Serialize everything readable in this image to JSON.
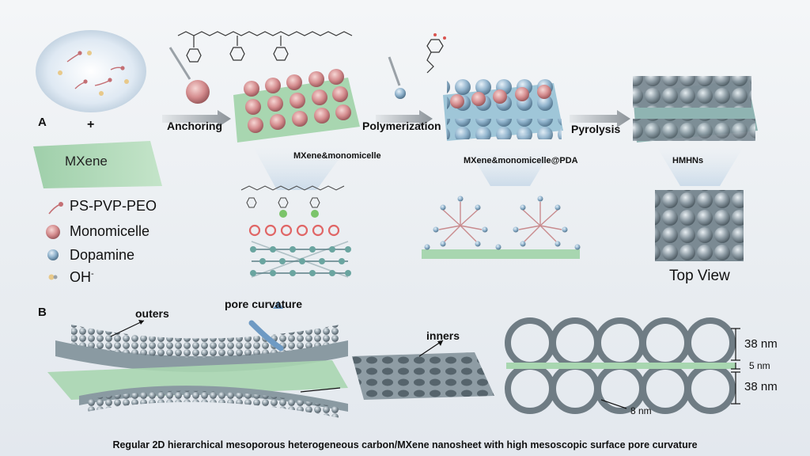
{
  "panels": {
    "a": "A",
    "b": "B"
  },
  "plus_sign": "+",
  "mxene_sheet_label": "MXene",
  "steps": {
    "anchoring": "Anchoring",
    "polymerization": "Polymerization",
    "pyrolysis": "Pyrolysis"
  },
  "stage_labels": {
    "monomicelle_stage": "MXene&monomicelle",
    "pda_stage": "MXene&monomicelle@PDA",
    "hmhn_stage": "HMHNs"
  },
  "legend": [
    {
      "label": "PS-PVP-PEO",
      "icon": "polymer-chain-icon"
    },
    {
      "label": "Monomicelle",
      "icon": "monomicelle-icon"
    },
    {
      "label": "Dopamine",
      "icon": "dopamine-sphere-icon"
    },
    {
      "label": "OH",
      "superscript": "-",
      "icon": "hydroxide-icon"
    }
  ],
  "top_view_label": "Top View",
  "panel_b": {
    "outers": "outers",
    "pore_curvature": "pore curvature",
    "inners": "inners",
    "dim_top": "38 nm",
    "dim_middle": "5 nm",
    "dim_bottom": "38 nm",
    "dim_wall": "8 nm"
  },
  "caption": "Regular 2D hierarchical mesoporous heterogeneous carbon/MXene nanosheet with high mesoscopic surface pore curvature",
  "colors": {
    "mxene_green": "#a8d6b0",
    "micelle_pink": "#d9898c",
    "carbon_gray": "#7b8a93",
    "dopamine_blue": "#8fb2cc",
    "oh_ring_red": "#e06666",
    "nitrogen_green": "#7bc46a"
  }
}
